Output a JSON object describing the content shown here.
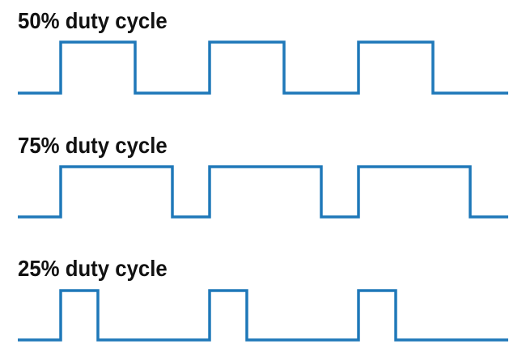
{
  "diagram": {
    "line_color": "#1f78b9",
    "panels": [
      {
        "label": "50% duty cycle",
        "duty_cycle_percent": 50,
        "pulses": 3
      },
      {
        "label": "75% duty cycle",
        "duty_cycle_percent": 75,
        "pulses": 3
      },
      {
        "label": "25% duty cycle",
        "duty_cycle_percent": 25,
        "pulses": 3
      }
    ]
  }
}
